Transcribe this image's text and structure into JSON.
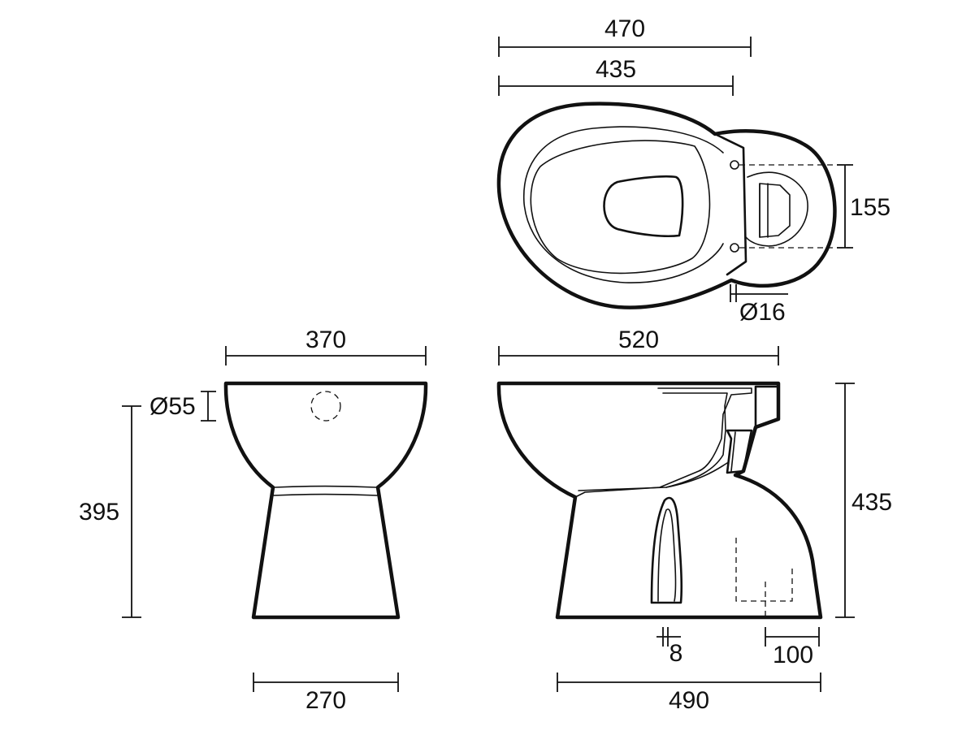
{
  "diagram": {
    "views": {
      "top": {
        "width_outer": "470",
        "width_inner": "435",
        "fixing_spacing": "155",
        "fixing_hole": "Ø16"
      },
      "front": {
        "width_top": "370",
        "width_base": "270",
        "height": "395",
        "inlet": "Ø55"
      },
      "side": {
        "length": "520",
        "base_length": "490",
        "height": "435",
        "outlet_offset": "8",
        "fixing_offset": "100"
      }
    },
    "line_color": "#111111",
    "background": "#ffffff"
  }
}
